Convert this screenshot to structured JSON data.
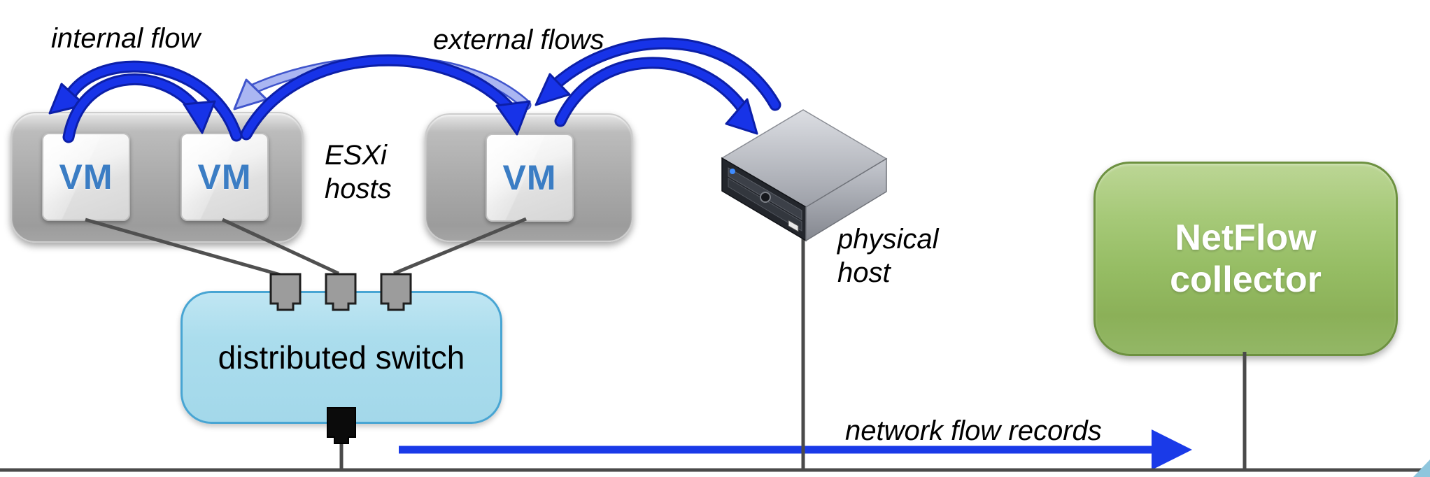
{
  "labels": {
    "internal_flow": "internal flow",
    "external_flows": "external flows",
    "esxi_hosts": [
      "ESXi",
      "hosts"
    ],
    "physical_host": [
      "physical",
      "host"
    ],
    "network_flow_records": "network flow records"
  },
  "nodes": {
    "esxi_host_1": {
      "vms": [
        {
          "label": "VM"
        },
        {
          "label": "VM"
        }
      ]
    },
    "esxi_host_2": {
      "vms": [
        {
          "label": "VM"
        }
      ]
    },
    "distributed_switch": {
      "label": "distributed switch"
    },
    "netflow_collector": {
      "line1": "NetFlow",
      "line2": "collector"
    },
    "physical_host": {
      "ports_on_switch": 3,
      "uplink_connectors": 1
    }
  },
  "flows": [
    {
      "name": "internal flow",
      "from": "VM 1",
      "to": "VM 2",
      "bidirectional": true,
      "style": "solid-blue-arc"
    },
    {
      "name": "external flow",
      "from": "VM 2",
      "to": "VM 3",
      "bidirectional": true,
      "style": "solid-blue-arc with light-blue return arc"
    },
    {
      "name": "external flow",
      "from": "VM 3",
      "to": "physical host",
      "bidirectional": true,
      "style": "solid-blue-arc"
    },
    {
      "name": "network flow records",
      "from": "distributed switch",
      "to": "NetFlow collector",
      "bidirectional": false,
      "style": "straight-blue-arrow"
    }
  ],
  "colors": {
    "arrow_blue": "#1733e8",
    "arrow_blue_outline": "#0c1fa8",
    "arrow_light_blue": "#aab6f2",
    "arrow_light_blue_outline": "#4055cc",
    "records_arrow_blue": "#1a3ae8",
    "switch_fill": "#a3d8ea",
    "switch_border": "#48a5d3",
    "collector_fill": "#96bd64",
    "collector_border": "#6d9140",
    "host_gray": "#a9a9a9",
    "vm_text_blue": "#3b7dc4",
    "wire_gray": "#4a4a4a",
    "corner_accent_blue": "#8fc6dd"
  }
}
